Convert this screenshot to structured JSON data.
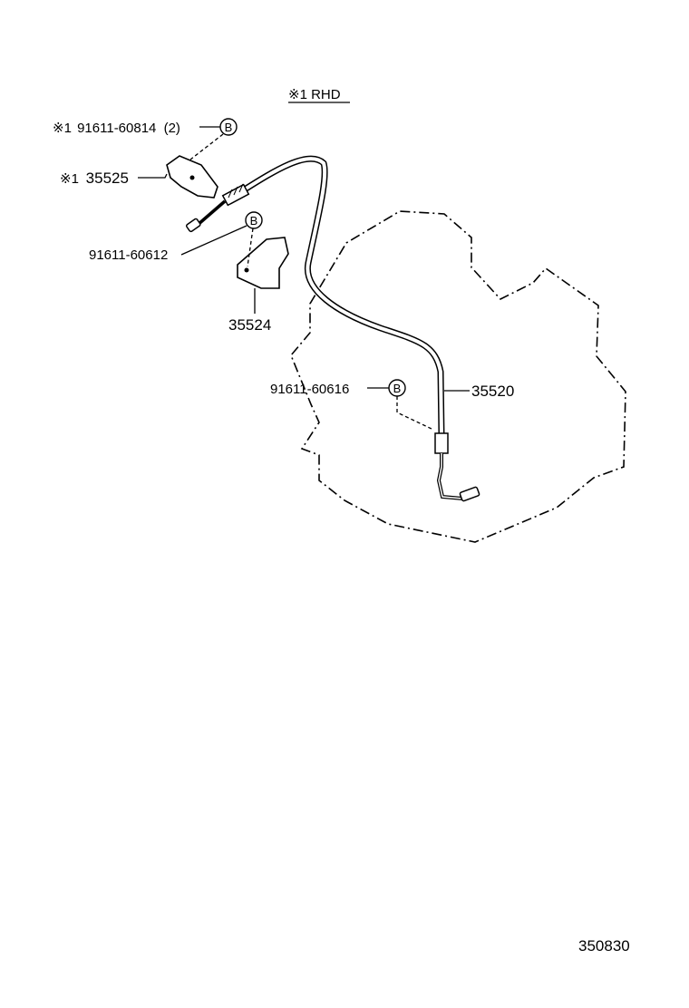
{
  "header": {
    "note_label": "※1  RHD"
  },
  "parts": {
    "bolt_rhd": {
      "prefix": "※1",
      "number": "91611-60814",
      "qty": "(2)",
      "symbol": "B"
    },
    "bracket_rhd": {
      "prefix": "※1",
      "number": "35525"
    },
    "bolt_upper": {
      "number": "91611-60612",
      "symbol": "B"
    },
    "bracket_lower": {
      "number": "35524"
    },
    "bolt_trans": {
      "number": "91611-60616",
      "symbol": "B"
    },
    "cable": {
      "number": "35520"
    }
  },
  "footer": {
    "figure_id": "350830"
  },
  "colors": {
    "ink": "#000000",
    "paper": "#ffffff"
  }
}
